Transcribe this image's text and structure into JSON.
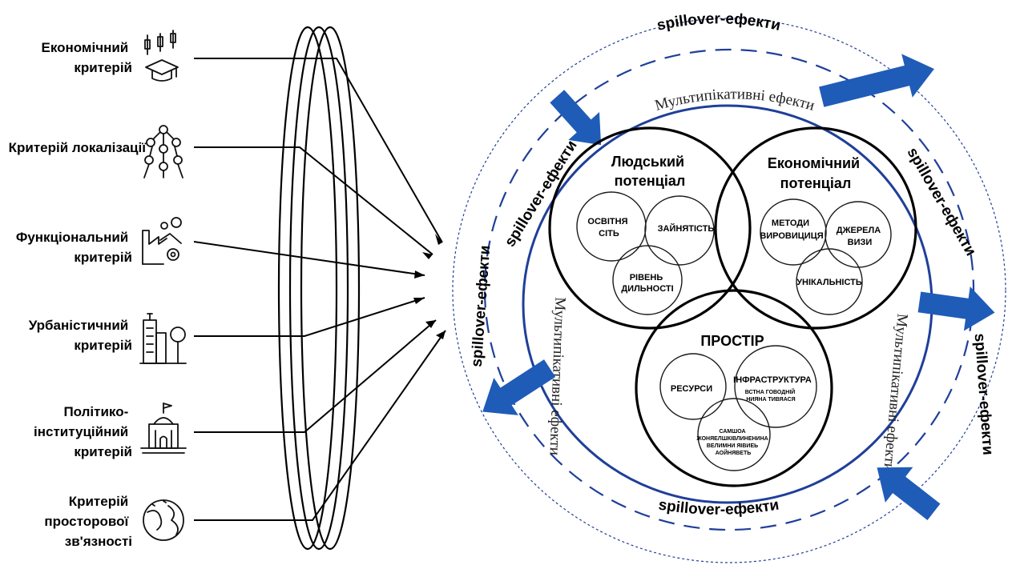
{
  "criteria": [
    {
      "lines": [
        "Економічний",
        "критерій"
      ],
      "icon": "economic-candlestick-graduation-icon"
    },
    {
      "lines": [
        "Критерій локалізації"
      ],
      "icon": "atomium-network-icon"
    },
    {
      "lines": [
        "Функціональний",
        "критерій"
      ],
      "icon": "factory-gear-icon"
    },
    {
      "lines": [
        "Урбаністичний",
        "критерій"
      ],
      "icon": "city-building-tree-icon"
    },
    {
      "lines": [
        "Політико-",
        "інституційний",
        "критерій"
      ],
      "icon": "government-building-icon"
    },
    {
      "lines": [
        "Критерій",
        "просторової",
        "зв'язності"
      ],
      "icon": "globe-map-icon"
    }
  ],
  "spillover": "spillover-ефекти",
  "multiplicative": "Мультипікативні ефекти",
  "multiplicative_left": "Мультипікативні ефекти",
  "multiplicative_right": "Мультипікативні ефекти",
  "human": {
    "title": [
      "Людський",
      "потенціал"
    ],
    "education": [
      "ОСВІТНЯ",
      "СІТЬ"
    ],
    "employment": "ЗАЙНЯТІСТЬ",
    "activity": [
      "РІВЕНЬ",
      "ДИЛЬНОСТІ"
    ]
  },
  "economic": {
    "title": [
      "Економічний",
      "потенціал"
    ],
    "methods": [
      "МЕТОДИ",
      "ВИРОВИЦИЦЯ"
    ],
    "sources": [
      "ДЖЕРЕЛА",
      "ВИЗИ"
    ],
    "uniqueness": "УНІКАЛЬНІСТЬ"
  },
  "space": {
    "title": "ПРОСТІР",
    "resources": "РЕСУРСИ",
    "infrastructure": "ІНФРАСТРУКТУРА",
    "infra_sub": [
      "ВСТНА ГОВОДНІЙ",
      "НИЯНА ТИВЯАСЯ"
    ],
    "third": [
      "САМШОА",
      "ЖОНЯЕЛШКІВЛИНЕНИНА",
      "ВЕЛИМНИ ЯІВИЕЬ",
      "АОЙНЯВЕТЬ"
    ]
  },
  "colors": {
    "accent": "#1f5cb8",
    "ring": "#1f3f99",
    "line": "#000000"
  }
}
